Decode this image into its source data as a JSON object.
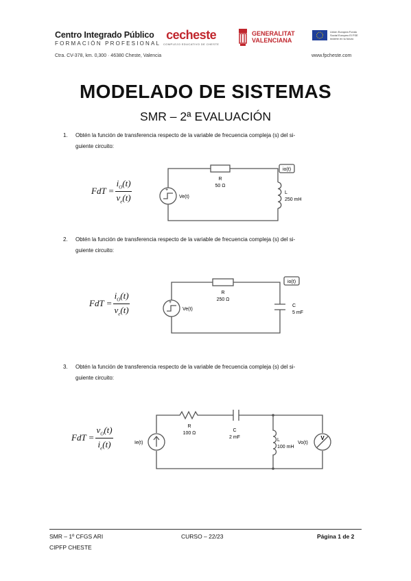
{
  "header": {
    "school_name": "Centro Integrado Público",
    "school_sub": "FORMACIÓN PROFESIONAL",
    "cecheste": "cecheste",
    "cecheste_sub": "COMPLEJO EDUCATIVO DE CHESTE",
    "gva_line1": "GENERALITAT",
    "gva_line2": "VALENCIANA",
    "eu_text": "Unión Europea Fondo Social Europeo El FSE invierte en tu futuro",
    "address": "Ctra. CV-378, km. 0,300 · 46380 Cheste, Valencia",
    "website": "www.fpcheste.com"
  },
  "title": "MODELADO DE SISTEMAS",
  "subtitle": "SMR – 2ª EVALUACIÓN",
  "questions": [
    {
      "number": "1.",
      "line1": "Obtén la función de transferencia respecto de la variable de frecuencia compleja (s) del si-",
      "line2": "guiente circuito:",
      "formula": {
        "lhs": "FdT =",
        "num": "i",
        "num_sub": "O",
        "num_arg": "(t)",
        "den": "v",
        "den_sub": "e",
        "den_arg": "(t)"
      },
      "circuit": {
        "source": "Ve(t)",
        "r_label": "R",
        "r_value": "50 Ω",
        "l_label": "L",
        "l_value": "250 mH",
        "meter": "io(t)"
      }
    },
    {
      "number": "2.",
      "line1": "Obtén la función de transferencia respecto de la variable de frecuencia compleja (s) del si-",
      "line2": "guiente circuito:",
      "formula": {
        "lhs": "FdT =",
        "num": "i",
        "num_sub": "O",
        "num_arg": "(t)",
        "den": "v",
        "den_sub": "e",
        "den_arg": "(t)"
      },
      "circuit": {
        "source": "Ve(t)",
        "r_label": "R",
        "r_value": "250 Ω",
        "c_label": "C",
        "c_value": "5 mF",
        "meter": "io(t)"
      }
    },
    {
      "number": "3.",
      "line1": "Obtén la función de transferencia respecto de la variable de frecuencia compleja (s) del si-",
      "line2": "guiente circuito:",
      "formula": {
        "lhs": "FdT =",
        "num": "v",
        "num_sub": "O",
        "num_arg": "(t)",
        "den": "i",
        "den_sub": "e",
        "den_arg": "(t)"
      },
      "circuit": {
        "source": "Ie(t)",
        "r_label": "R",
        "r_value": "100 Ω",
        "c_label": "C",
        "c_value": "2 mF",
        "l_label": "L",
        "l_value": "100 mH",
        "meter": "Vo(t)",
        "meter_symbol": "V"
      }
    }
  ],
  "footer": {
    "course": "SMR – 1º CFGS ARI",
    "school": "CIPFP CHESTE",
    "year": "CURSO – 22/23",
    "page": "Página 1 de 2"
  },
  "colors": {
    "brand_red": "#c0262d",
    "eu_blue": "#1f3f9a",
    "wire": "#555555"
  }
}
